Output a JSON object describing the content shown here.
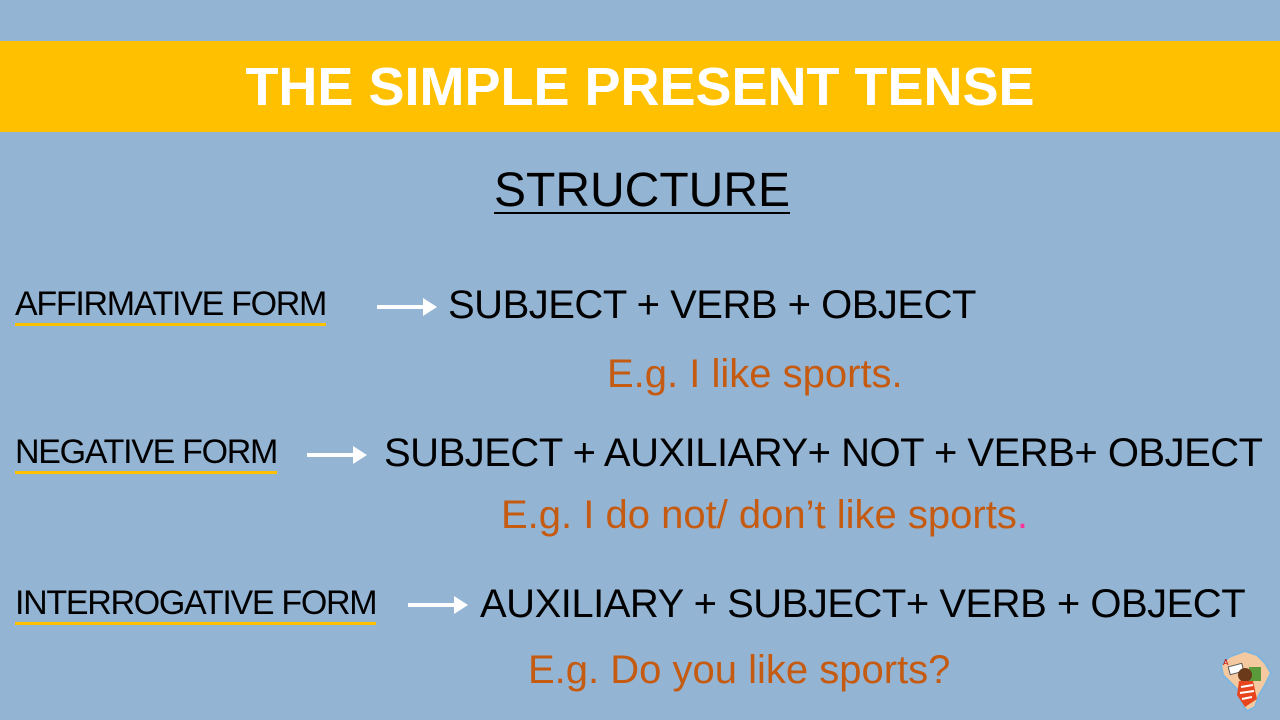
{
  "slide": {
    "title": "THE SIMPLE PRESENT TENSE",
    "subtitle": "STRUCTURE",
    "colors": {
      "background": "#94b4d3",
      "banner": "#ffc000",
      "example_text": "#c55a11",
      "underline": "#ffc000"
    },
    "forms": [
      {
        "label": "AFFIRMATIVE FORM",
        "structure": "SUBJECT + VERB + OBJECT",
        "example": "E.g. I like sports."
      },
      {
        "label": "NEGATIVE FORM",
        "structure": "SUBJECT + AUXILIARY+ NOT + VERB+ OBJECT",
        "example": "E.g. I do not/ don’t like sports",
        "example_end": "."
      },
      {
        "label": "INTERROGATIVE FORM",
        "structure": "AUXILIARY + SUBJECT+ VERB + OBJECT",
        "example": "E.g. Do you like sports?"
      }
    ],
    "logo": "africa-map-logo"
  }
}
